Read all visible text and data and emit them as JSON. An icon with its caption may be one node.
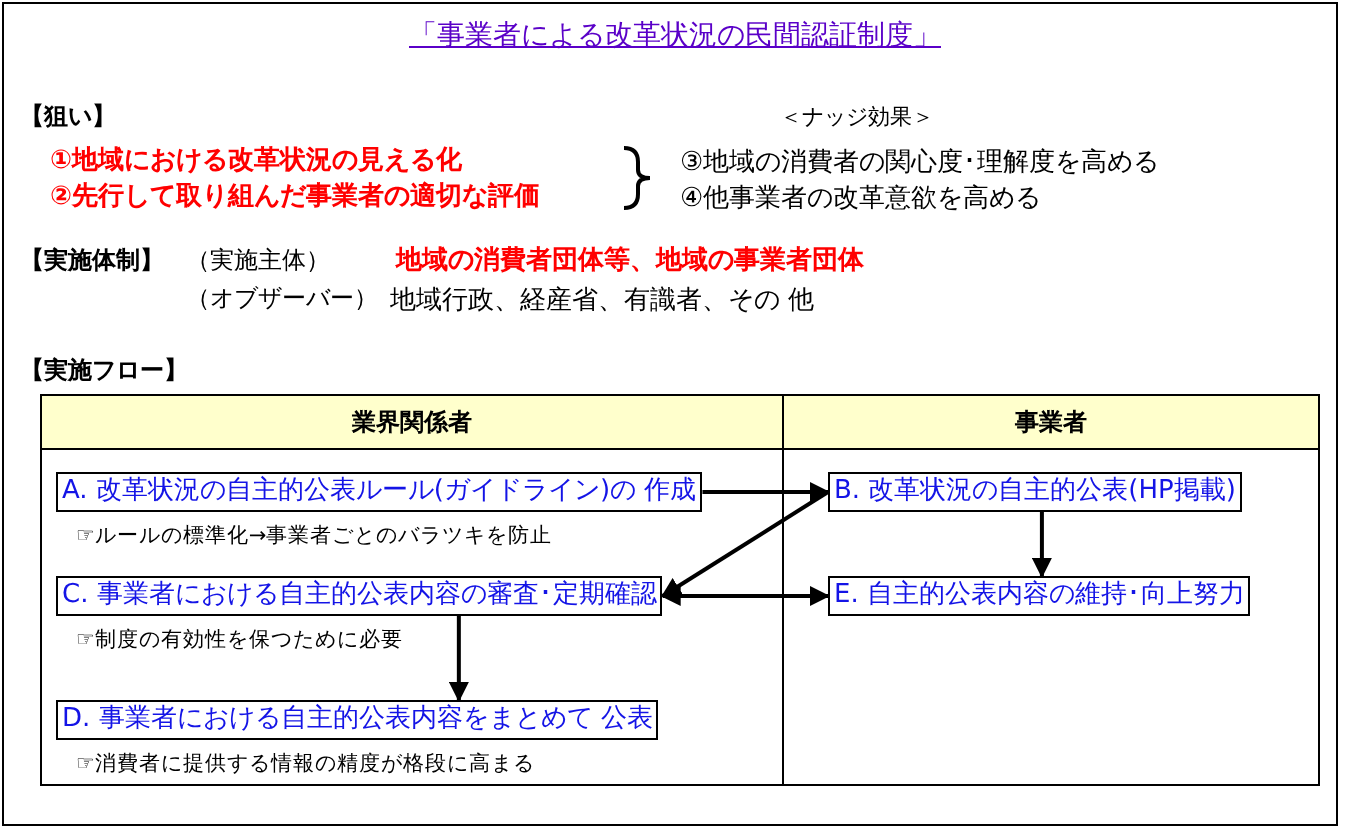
{
  "diagram": {
    "title": "「事業者による改革状況の民間認証制度」",
    "nodes": [
      {
        "text": [
          "業界関係者"
        ]
      },
      {
        "text": [
          "事業者"
        ]
      },
      {
        "text": [
          "A. 改革状況の自主的公表ルール(ガイドライン)の 作成"
        ],
        "in": 0,
        "beside": [
          "☞ルールの標準化→事業者ごとのバラツキを防止"
        ]
      },
      {
        "text": [
          "B. 改革状況の自主的公表(HP掲載)"
        ],
        "in": 1
      },
      {
        "text": [
          "C. 事業者における自主的公表内容の審査･定期確認"
        ],
        "in": 0,
        "beside": [
          "☞制度の有効性を保つために必要"
        ]
      },
      {
        "text": [
          "E. 自主的公表内容の維持･向上努力"
        ],
        "in": 1
      },
      {
        "text": [
          "D. 事業者における自主的公表内容をまとめて 公表"
        ],
        "in": 0,
        "beside": [
          "☞消費者に提供する情報の精度が格段に高まる"
        ]
      }
    ],
    "edges": [
      {
        "from": 2,
        "to": 3,
        "arrow": "to"
      },
      {
        "from": 3,
        "to": 4,
        "arrow": "to"
      },
      {
        "from": 3,
        "to": 5,
        "arrow": "to"
      },
      {
        "from": 4,
        "to": 5,
        "arrow": "both"
      },
      {
        "from": 4,
        "to": 6,
        "arrow": "to"
      }
    ],
    "labels": [
      "【狙い】",
      "＜ナッジ効果＞",
      "①地域における改革状況の見える化",
      "②先行して取り組んだ事業者の適切な評価",
      "③地域の消費者の関心度･理解度を高める",
      "④他事業者の改革意欲を高める",
      "【実施体制】",
      "（実施主体）",
      "地域の消費者団体等、地域の事業者団体",
      "（オブザーバー）",
      "地域行政、経産省、有識者、その 他",
      "【実施フロー】"
    ]
  }
}
